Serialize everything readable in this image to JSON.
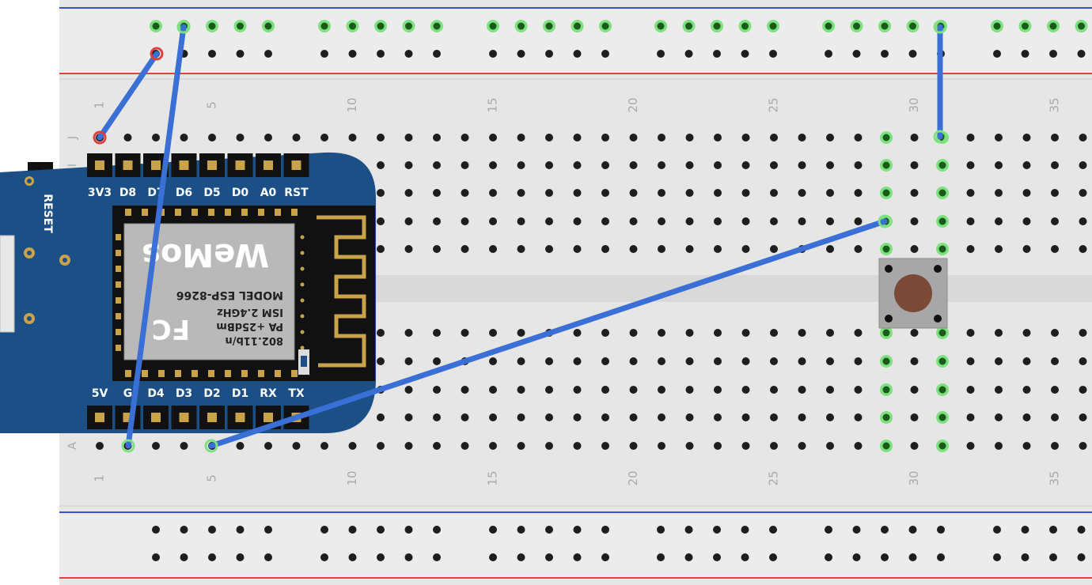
{
  "breadboard": {
    "row_letters_top": [
      "J",
      "I"
    ],
    "row_letters_bottom": [
      "A"
    ],
    "column_numbers": [
      "1",
      "5",
      "10",
      "15",
      "20",
      "25",
      "30",
      "35"
    ]
  },
  "wemos": {
    "reset_label": "RESET",
    "top_pins": [
      "3V3",
      "D8",
      "D7",
      "D6",
      "D5",
      "D0",
      "A0",
      "RST"
    ],
    "bottom_pins": [
      "5V",
      "G",
      "D4",
      "D3",
      "D2",
      "D1",
      "RX",
      "TX"
    ],
    "module_text": {
      "standard": "802.11b/n",
      "pa": "PA +25dBm",
      "ism": "ISM 2.4GHz",
      "model": "MODEL ESP-8266",
      "brand": "WeMos",
      "fcc": "FC"
    }
  },
  "colors": {
    "wire": "#3a6fd6",
    "board_blue": "#1b4f86",
    "button_cap": "#7a4a36",
    "active_hole": "#7ee07e",
    "rail_red": "#e0413e",
    "rail_blue": "#3a4fd6"
  }
}
